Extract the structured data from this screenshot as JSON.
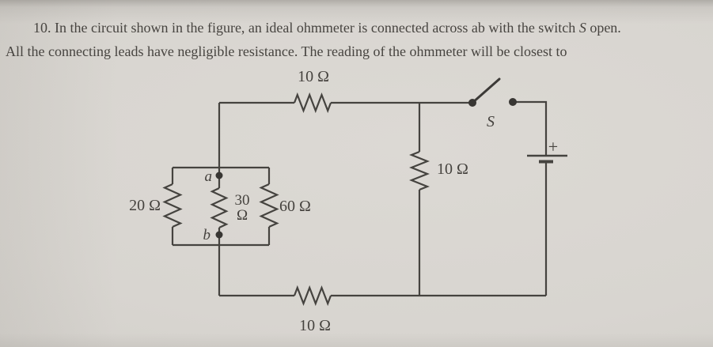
{
  "problem": {
    "line1_before_switch": "10. In the circuit shown in the figure, an ideal ohmmeter is connected across ab with the switch ",
    "switch_symbol": "S",
    "line1_after_switch": " open.",
    "line2": "All the connecting leads have negligible resistance. The reading of the ohmmeter will be closest to"
  },
  "circuit": {
    "top_resistor_label": "10 Ω",
    "middle_resistor_label": "10 Ω",
    "bottom_resistor_label": "10 Ω",
    "left_resistor_label": "20 Ω",
    "center_resistor_value": "30",
    "center_resistor_unit": "Ω",
    "right_resistor_label": "60 Ω",
    "node_a_label": "a",
    "node_b_label": "b",
    "switch_label": "S",
    "battery_positive_label": "+"
  },
  "colors": {
    "background": "#d8d5d0",
    "wire": "#45433f",
    "text": "#474440"
  }
}
